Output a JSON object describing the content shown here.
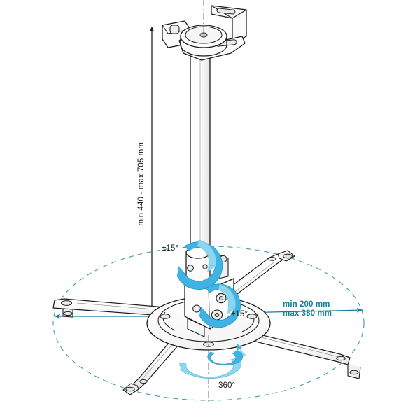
{
  "diagram": {
    "title": "projector ceiling mount dimension diagram",
    "subject": "ceiling-mounted projector bracket with telescoping pole and four-arm spider",
    "background_color": "#ffffff",
    "line_color": "#1b1b1b",
    "accent_teal": "#11809e",
    "accent_blue": "#3fb3e3",
    "accent_blue_light": "#8ed6f0"
  },
  "annotations": {
    "drop_height": {
      "text": "min 440 - max 705 mm",
      "orientation": "vertical",
      "color": "#1b1b1b",
      "measures": "extension range of the telescoping drop pole"
    },
    "arm_reach": {
      "line1": "min 200 mm",
      "line2": "max 380 mm",
      "orientation": "horizontal",
      "color": "#11809e",
      "measures": "adjustable spider arm reach radius"
    },
    "tilt_upper": {
      "text": "±15°",
      "color": "#1b1b1b",
      "measures": "upper swivel joint tilt"
    },
    "tilt_lower": {
      "text": "±15°",
      "color": "#1b1b1b",
      "measures": "lower swivel joint tilt"
    },
    "rotation": {
      "text": "360°",
      "color": "#1b1b1b",
      "measures": "full rotation about the vertical axis"
    }
  },
  "parts": {
    "ceiling_plate": "ceiling-mount-plate",
    "pole": "telescoping-drop-pole",
    "tilt_joint": "dual-axis-tilt-joint",
    "hub_disc": "circular-mounting-hub",
    "arms": [
      "spider-arm-upper-right",
      "spider-arm-lower-right",
      "spider-arm-upper-left",
      "spider-arm-lower-left"
    ],
    "reach_envelope": "dashed-reach-ellipse"
  }
}
